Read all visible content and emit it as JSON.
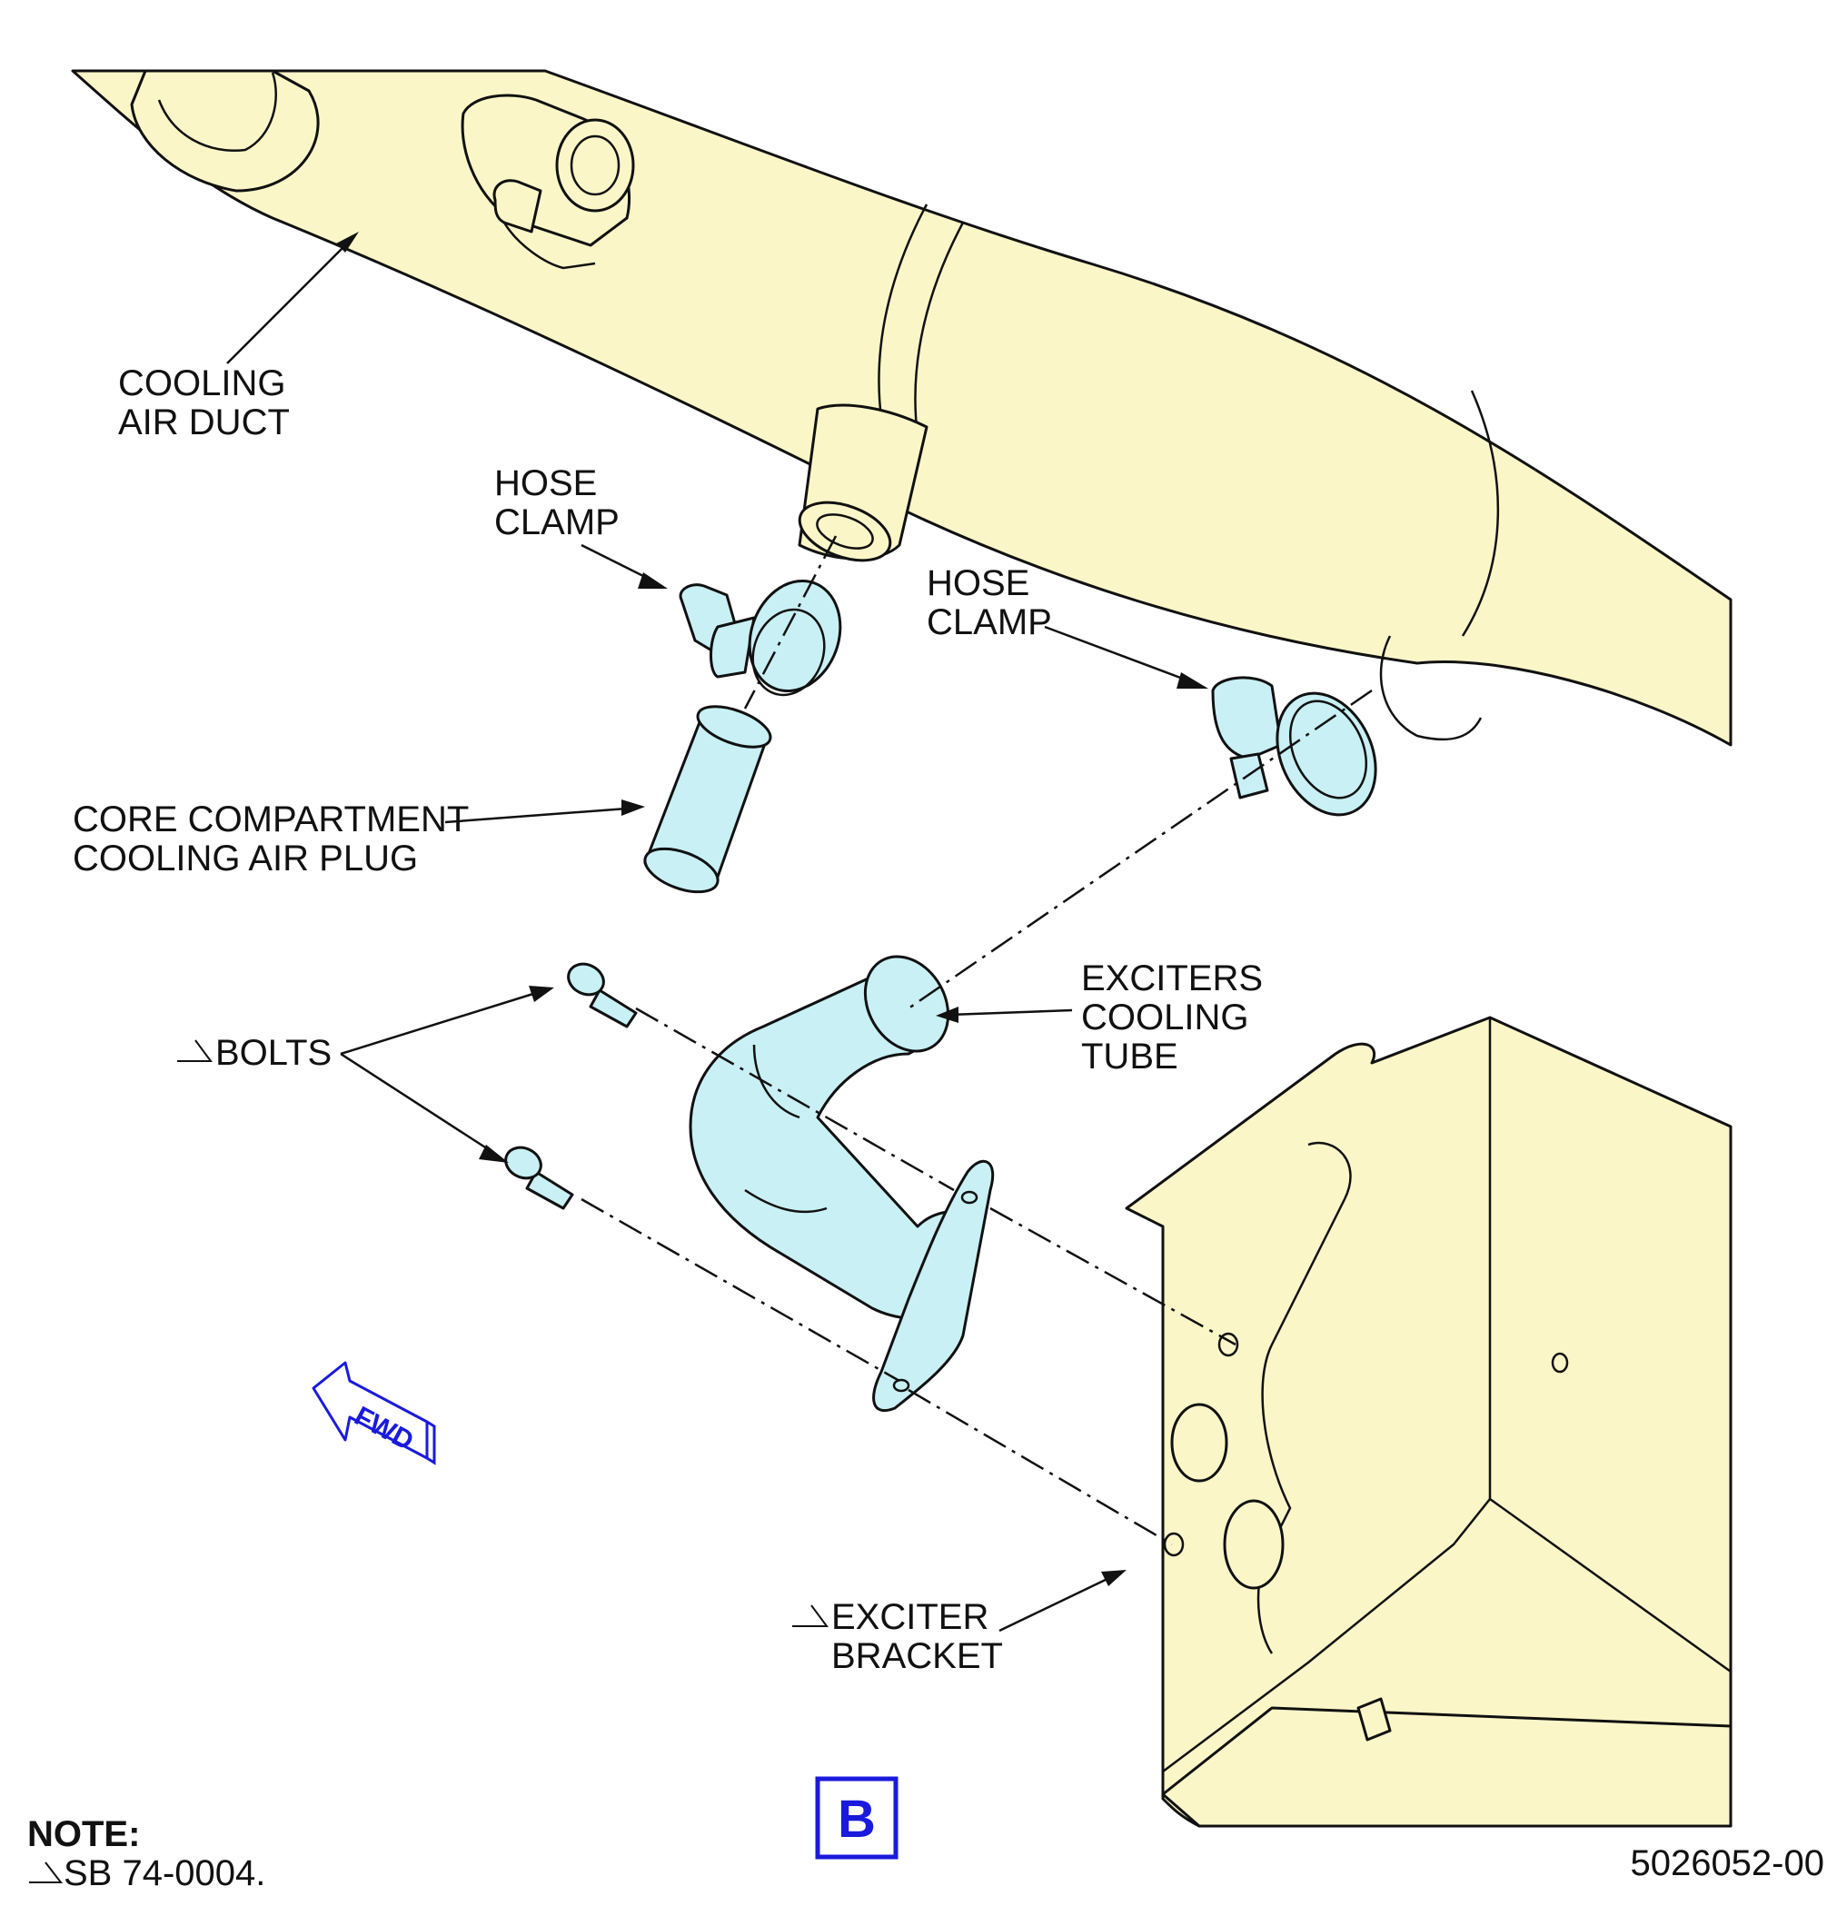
{
  "labels": {
    "cooling_air_duct": [
      "COOLING",
      "AIR DUCT"
    ],
    "hose_clamp_left": [
      "HOSE",
      "CLAMP"
    ],
    "hose_clamp_right": [
      "HOSE",
      "CLAMP"
    ],
    "core_compartment_plug": [
      "CORE COMPARTMENT",
      "COOLING AIR PLUG"
    ],
    "bolts": "BOLTS",
    "exciters_cooling_tube": [
      "EXCITERS",
      "COOLING",
      "TUBE"
    ],
    "exciter_bracket": [
      "EXCITER",
      "BRACKET"
    ]
  },
  "fwd_arrow": "FWD",
  "view_letter": "B",
  "note": {
    "heading": "NOTE:",
    "text": "SB 74-0004."
  },
  "figure_number": "5026052-00",
  "colors": {
    "yellow_part": "#fbf6c8",
    "blue_part": "#c8f0f5",
    "accent_blue": "#1a1adc",
    "line": "#111111"
  }
}
